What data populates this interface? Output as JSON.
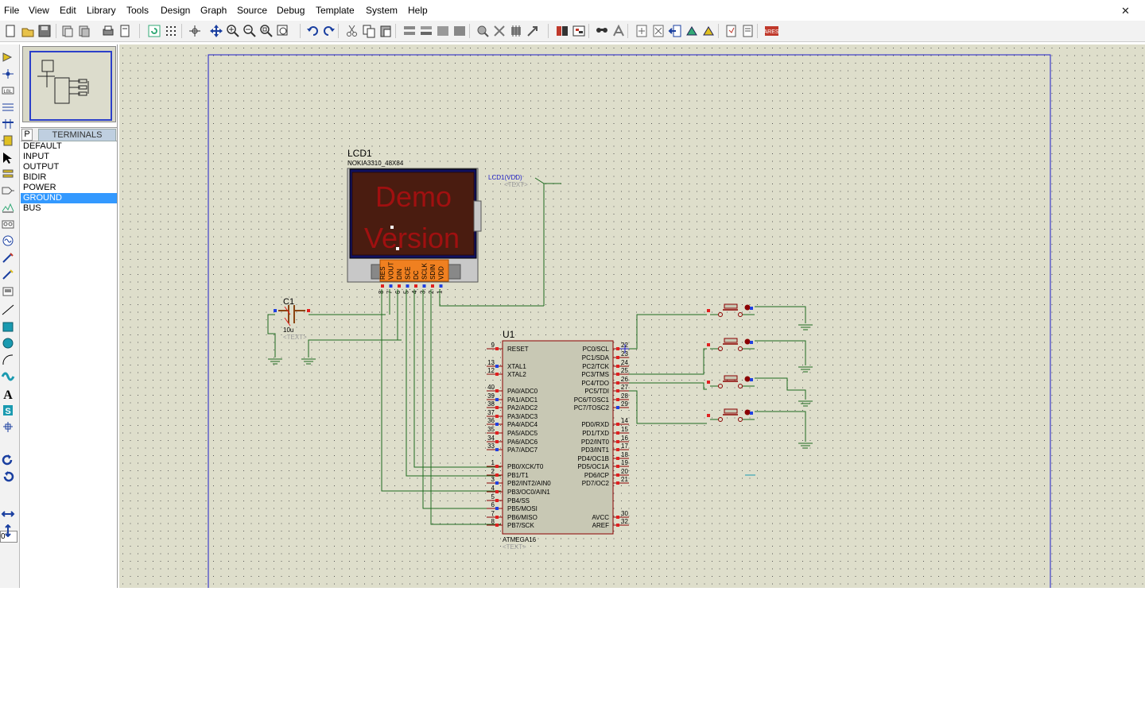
{
  "menu": [
    "File",
    "Edit",
    "View",
    "Tools",
    "Design",
    "Graph",
    "Source",
    "Debug",
    "Template",
    "System",
    "Help"
  ],
  "menu_wrong_order_fix": [
    "File",
    "View",
    "Edit",
    "Library",
    "Tools",
    "Design",
    "Graph",
    "Source",
    "Debug",
    "Template",
    "System",
    "Help"
  ],
  "sidebar": {
    "panel_button": "P",
    "panel_title": "TERMINALS",
    "terminals": [
      "DEFAULT",
      "INPUT",
      "OUTPUT",
      "BIDIR",
      "POWER",
      "GROUND",
      "BUS"
    ],
    "selected_index": 5
  },
  "rotation_value": "0°",
  "schematic": {
    "lcd_ref": "LCD1",
    "lcd_part": "NOKIA3310_48X84",
    "lcd_screen_text_1": "Demo",
    "lcd_screen_text_2": "Version",
    "lcd_pin_names": [
      "RES",
      "VOUT",
      "DIN",
      "SCE",
      "DC",
      "SCLK",
      "SDIN",
      "VDD"
    ],
    "lcd_pin_numbers": [
      "8",
      "7",
      "6",
      "5",
      "4",
      "3",
      "2",
      "1"
    ],
    "vdd_label": "LCD1(VDD)",
    "text_placeholder": "<TEXT>",
    "cap_ref": "C1",
    "cap_value": "10u",
    "mcu_ref": "U1",
    "mcu_part": "ATMEGA16",
    "mcu_left_pins": [
      {
        "num": "9",
        "name": "RESET"
      },
      {
        "num": "13",
        "name": "XTAL1"
      },
      {
        "num": "12",
        "name": "XTAL2"
      },
      {
        "num": "40",
        "name": "PA0/ADC0"
      },
      {
        "num": "39",
        "name": "PA1/ADC1"
      },
      {
        "num": "38",
        "name": "PA2/ADC2"
      },
      {
        "num": "37",
        "name": "PA3/ADC3"
      },
      {
        "num": "36",
        "name": "PA4/ADC4"
      },
      {
        "num": "35",
        "name": "PA5/ADC5"
      },
      {
        "num": "34",
        "name": "PA6/ADC6"
      },
      {
        "num": "33",
        "name": "PA7/ADC7"
      },
      {
        "num": "1",
        "name": "PB0/XCK/T0"
      },
      {
        "num": "2",
        "name": "PB1/T1"
      },
      {
        "num": "3",
        "name": "PB2/INT2/AIN0"
      },
      {
        "num": "4",
        "name": "PB3/OC0/AIN1"
      },
      {
        "num": "5",
        "name": "PB4/SS"
      },
      {
        "num": "6",
        "name": "PB5/MOSI"
      },
      {
        "num": "7",
        "name": "PB6/MISO"
      },
      {
        "num": "8",
        "name": "PB7/SCK"
      }
    ],
    "mcu_right_pins": [
      {
        "num": "22",
        "name": "PC0/SCL"
      },
      {
        "num": "23",
        "name": "PC1/SDA"
      },
      {
        "num": "24",
        "name": "PC2/TCK"
      },
      {
        "num": "25",
        "name": "PC3/TMS"
      },
      {
        "num": "26",
        "name": "PC4/TDO"
      },
      {
        "num": "27",
        "name": "PC5/TDI"
      },
      {
        "num": "28",
        "name": "PC6/TOSC1"
      },
      {
        "num": "29",
        "name": "PC7/TOSC2"
      },
      {
        "num": "14",
        "name": "PD0/RXD"
      },
      {
        "num": "15",
        "name": "PD1/TXD"
      },
      {
        "num": "16",
        "name": "PD2/INT0"
      },
      {
        "num": "17",
        "name": "PD3/INT1"
      },
      {
        "num": "18",
        "name": "PD4/OC1B"
      },
      {
        "num": "19",
        "name": "PD5/OC1A"
      },
      {
        "num": "20",
        "name": "PD6/ICP"
      },
      {
        "num": "21",
        "name": "PD7/OC2"
      },
      {
        "num": "30",
        "name": "AVCC"
      },
      {
        "num": "32",
        "name": "AREF"
      }
    ]
  },
  "colors": {
    "canvas": "#dedecb",
    "wire": "#1f6b1f",
    "component": "#8b0000",
    "sheet_border": "#1d1dc8",
    "selection": "#3399ff"
  }
}
